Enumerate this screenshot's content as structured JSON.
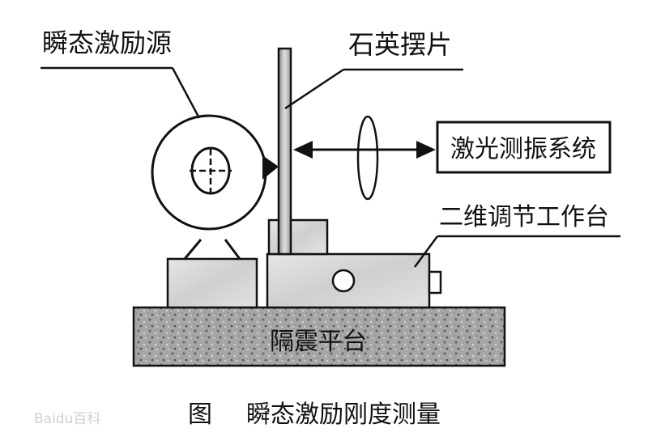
{
  "labels": {
    "excitation_source": "瞬态激励源",
    "quartz_pendulum": "石英摆片",
    "laser_system": "激光测振系统",
    "stage_2d": "二维调节工作台",
    "isolation_platform": "隔震平台"
  },
  "caption": {
    "prefix": "图",
    "title": "瞬态激励刚度测量"
  },
  "watermark": "Baidu百科",
  "colors": {
    "ink": "#111111",
    "platform": "#9a9a9a",
    "block": "#d8d8d8",
    "rod": "#bdbdbd"
  }
}
